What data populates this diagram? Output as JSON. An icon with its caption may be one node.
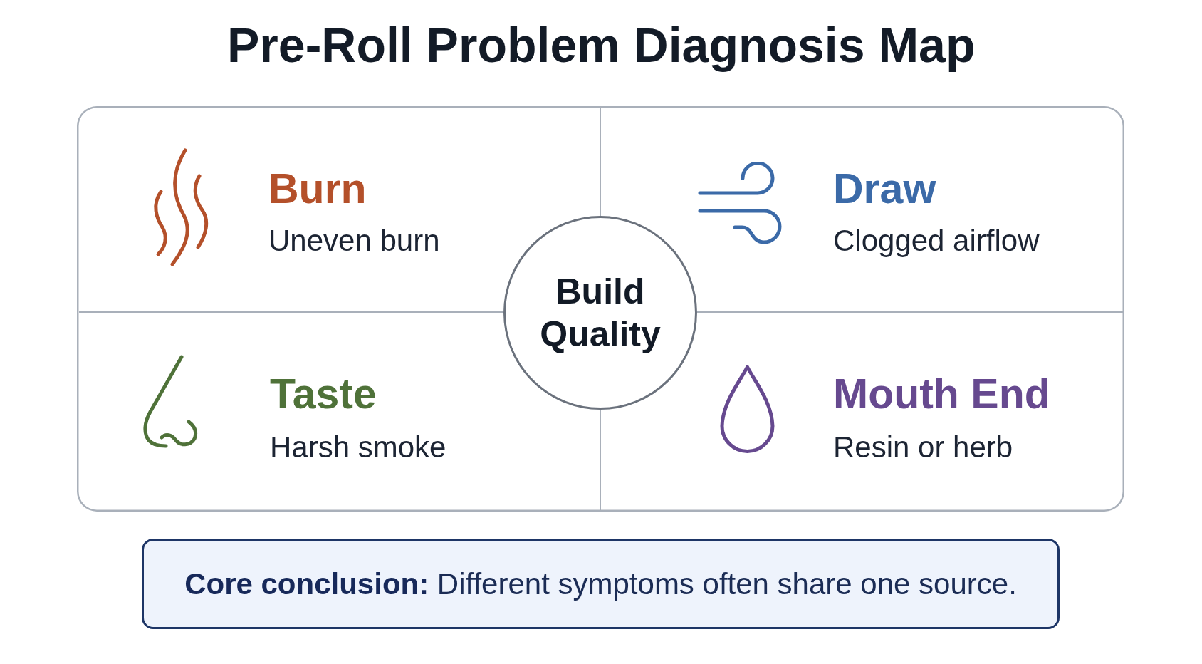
{
  "diagram": {
    "title": "Pre-Roll Problem Diagnosis Map",
    "nodes": [
      {
        "text": [
          "Burn",
          "Uneven burn"
        ]
      },
      {
        "text": [
          "Draw",
          "Clogged airflow"
        ]
      },
      {
        "text": [
          "Build Quality"
        ]
      },
      {
        "text": [
          "Taste",
          "Harsh smoke"
        ]
      },
      {
        "text": [
          "Mouth End",
          "Resin or herb"
        ]
      },
      {
        "text": [
          "**Core conclusion:** Different symptoms often share one source."
        ]
      }
    ]
  }
}
